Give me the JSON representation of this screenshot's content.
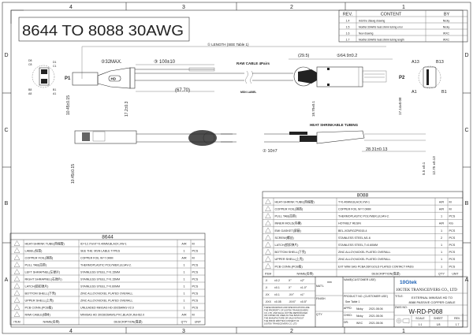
{
  "frame": {
    "zones_top": [
      "4",
      "3",
      "2",
      "1"
    ],
    "zones_bottom": [
      "4",
      "3",
      "2",
      "1"
    ],
    "zones_side": [
      "D",
      "C",
      "B",
      "A"
    ]
  },
  "title_box": "8644 TO 8088 30AWG",
  "revisions": {
    "headers": [
      "REV.",
      "CONTENT",
      "BY"
    ],
    "rows": [
      [
        "1.4",
        "Add the 28awg drawing",
        "Nicky"
      ],
      [
        "1.5",
        "Modfiel 30AWG heat shrink tubing error",
        "Nicky"
      ],
      [
        "1.6",
        "New drawing",
        "WXC"
      ],
      [
        "1.7",
        "Modfiel 30AWG heat shrink tubing length",
        "WXC"
      ]
    ]
  },
  "drawing": {
    "length": "① LENGTH (SEE Table 1)",
    "dim_32max": "②32MAX.",
    "dim_100": "③  100±10",
    "dim_67": "(67.70)",
    "raw_cable": "RAW CABLE 4Pairs",
    "msn_label": "MSN LABEL",
    "dim_29": "(29.5)",
    "dim_64": "⑤64.9±0.2",
    "dim_18": "18.70±0.1",
    "dim_17_14": "17.14±0.08",
    "dim_0_45": "10.45±0.15",
    "dim_17_2": "17.2±0.3",
    "dim_10_45": "10.45±0.15",
    "heat_shrink": "HEAT SHRINKABLE TUBING",
    "dim_10": "⑦  10±7",
    "dim_28": "28.31±0.13",
    "dim_5_5": "5.5 ±0.1",
    "dim_12_75": "12.75 ±0.13",
    "hd_badge": "HD",
    "p1": "P1",
    "p2": "P2",
    "p1_pins": [
      "D8",
      "C8",
      "D1",
      "C1",
      "B8",
      "A8",
      "B1",
      "A1"
    ],
    "p2_pins": [
      "A13",
      "B13",
      "A1",
      "B1"
    ]
  },
  "table_8088": {
    "title": "8088",
    "rows": [
      [
        "HEAT-SHRINK TUBE(热缩管)",
        "T=0.40MM,BLACK,VW-1",
        "A/R",
        "M"
      ],
      [
        "COPPER FOIL(铜箔)",
        "COPPER FOIL W=7.0MM",
        "A/R",
        "M"
      ],
      [
        "PULL TAB(拉带)",
        "THERMOPLASTIC POLYMER,UL94V-2.",
        "1",
        "PCS"
      ],
      [
        "INNER MOLD(内模)",
        "HOTMELT RESIN",
        "A/R",
        "KG"
      ],
      [
        "EMI GASKET(屏蔽)",
        "BEL-X03/RGZP0015-4",
        "1",
        "PCS"
      ],
      [
        "SCREW(螺丝)",
        "STAINLESS STEEL,M1.6",
        "2",
        "PCS"
      ],
      [
        "LATCH(锁扣弹片)",
        "STAINLESS STEEL,T=0.60MM",
        "1",
        "PCS"
      ],
      [
        "BOTTOM SHELL(下壳)",
        "ZINC ALLOY,NICKEL PLATED OVERALL",
        "1",
        "PCS"
      ],
      [
        "UPPER SHELL(上壳)",
        "ZINC ALLOY,NICKEL PLATED OVERALL",
        "1",
        "PCS"
      ],
      [
        "PCB CONN.(PCB板)",
        "EXT MINI SAS PCBA 26P,GOLD PLATED CONTACT PADS",
        "1",
        "PCS"
      ]
    ],
    "headers": [
      "ITEM",
      "NAME(名称)",
      "DESCRIPTION(描述)",
      "Q'TY",
      "UNIT"
    ]
  },
  "table_8644": {
    "title": "8644",
    "rows": [
      [
        "HEAT-SHRINK TUBE(热缩管)",
        "ID=12.7mmT=0.40MM,BLACK,VW-1",
        "A/R",
        "M"
      ],
      [
        "LABEL(标签)",
        "SEE THE: MSN LABLE TYPES",
        "1",
        "PCS"
      ],
      [
        "COPPER FOIL(铜箔)",
        "COPPER FOIL W=7.0MM",
        "A/R",
        "M"
      ],
      [
        "PULL TAB(拉带)",
        "THERMOPLASTIC POLYMER,UL94V-2.",
        "1",
        "PCS"
      ],
      [
        "LEFT SHRAPNEL(左弹片)",
        "STAINLESS STEEL,T=0.15MM",
        "1",
        "PCS"
      ],
      [
        "RIGHT SHRAPNEL(右弹片)",
        "STAINLESS STEEL,T=0.15MM",
        "1",
        "PCS"
      ],
      [
        "LATCH(锁扣弹片)",
        "STAINLESS STEEL,T=0.60MM",
        "1",
        "PCS"
      ],
      [
        "BOTTOM SHELL(下壳)",
        "ZINC ALLOY,NICKEL PLATED OVERALL",
        "1",
        "PCS"
      ],
      [
        "UPPER SHELL(上壳)",
        "ZINC ALLOY,NICKEL PLATED OVERALL",
        "1",
        "PCS"
      ],
      [
        "PCB CONN.(PCB板)",
        "UNLEADED MiniSAS HD-30/26AWG-V2.0",
        "1",
        "PCS"
      ],
      [
        "RAW CABLE(线材)",
        "MINISAS HD 30/28/26AWG,PVC,BLACK,RoHS2.0",
        "A/R",
        "M"
      ]
    ],
    "headers": [
      "ITEM",
      "NAME(名称)",
      "DESCRIPTION(描述)",
      "Q'TY",
      "UNIT"
    ]
  },
  "title_block": {
    "tolerances": [
      [
        ".X",
        "±0.2",
        "X°",
        "±2°"
      ],
      [
        ".X",
        "±0.1",
        "X°",
        "±1.0°"
      ],
      [
        ".XX",
        "±0.1",
        ".XX°",
        "±1°"
      ],
      [
        ".XXX",
        "±0.05",
        ".XXX°",
        "±0.5°"
      ]
    ],
    "unit": "mm",
    "matl": "MAT'L",
    "finish": "FINISH",
    "qty": "Q'TY",
    "disclaimer": [
      "THESE DRAWINGS AND SPECIFICATIONS ARE",
      "THE PROPERTY OF 10GTEK TRANSCEIVERS",
      "CO.,LTD. AND SHALL NOT BE REPRODUCED",
      "OR COPIED OR USED AS THE BASIS FOR",
      "THE MANUFACTURE OR SALE WITHOUT",
      "THE PRIOR WRITTEN CONSENT OF",
      "10GTEK TRANSCEIVERS CO.,LTD"
    ],
    "name_customer": "NAME(CUSTOMER USE)",
    "product_no": "PRODUCT NO. (CUSTOMER USE)",
    "product_value": "See Table 1",
    "appd": "APPD:",
    "appd_by": "Nicky",
    "appd_date": "2021.08.06",
    "chkd": "CHKD:",
    "chkd_by": "Nicky",
    "chkd_date": "2021.08.06",
    "dr": "DR:",
    "dr_by": "WXC",
    "dr_date": "2021.08.06",
    "logo": "10Gtek",
    "company": "10GTEK TRANSCEIVERS CO., LTD",
    "title_label": "TITLE:",
    "title_lines": [
      "EXTERNAL MINISAS HD TO",
      "8088 PASSIVE COPPER CABLE"
    ],
    "dwg_label": "DWG NO:",
    "dwg_no": "W-RD-P068",
    "scale_label": "SCALE",
    "scale": "1:1",
    "sheet_label": "SHEET",
    "sheet": "1/8",
    "rev_label": "REV.",
    "rev": "1.7",
    "logo_color": "#1a5fb4"
  }
}
